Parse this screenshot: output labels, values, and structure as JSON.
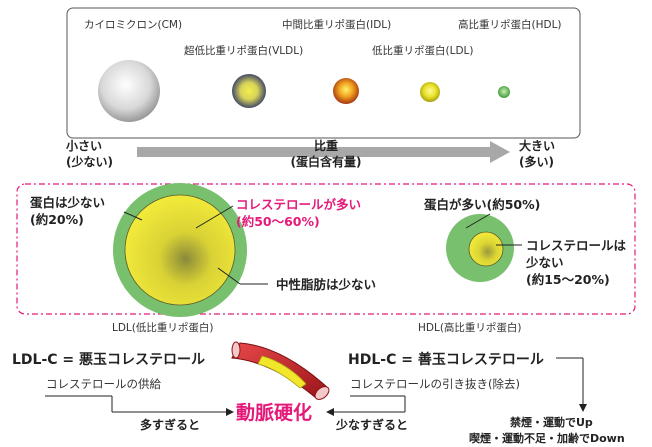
{
  "top": {
    "lipoproteins": [
      {
        "name": "カイロミクロン(CM)"
      },
      {
        "name": "超低比重リポ蛋白(VLDL)"
      },
      {
        "name": "中間比重リポ蛋白(IDL)"
      },
      {
        "name": "低比重リポ蛋白(LDL)"
      },
      {
        "name": "高比重リポ蛋白(HDL)"
      }
    ],
    "left_label": [
      "小さい",
      "(少ない)"
    ],
    "center_label": [
      "比重",
      "(蛋白含有量)"
    ],
    "right_label": [
      "大きい",
      "(多い)"
    ]
  },
  "middle": {
    "ldl": {
      "protein": [
        "蛋白は少ない",
        "(約20%)"
      ],
      "cholesterol": [
        "コレステロールが多い",
        "(約50〜60%)"
      ],
      "fat": "中性脂肪は少ない",
      "caption": "LDL(低比重リポ蛋白)"
    },
    "hdl": {
      "protein": "蛋白が多い(約50%)",
      "cholesterol": [
        "コレステロールは",
        "少ない",
        "(約15〜20%)"
      ],
      "caption": "HDL(高比重リポ蛋白)"
    }
  },
  "bottom": {
    "ldl_title": "LDL-C = 悪玉コレステロール",
    "ldl_sub": "コレステロールの供給",
    "hdl_title": "HDL-C = 善玉コレステロール",
    "hdl_sub": "コレステロールの引き抜き(除去)",
    "too_much": "多すぎると",
    "too_little": "少なすぎると",
    "center": "動脈硬化",
    "up": "禁煙・運動でUp",
    "down": "喫煙・運動不足・加齢でDown"
  },
  "colors": {
    "pink": "#e4197a",
    "green": "#78c06e",
    "yellow": "#f2e62a",
    "artery": "#c0202a"
  }
}
